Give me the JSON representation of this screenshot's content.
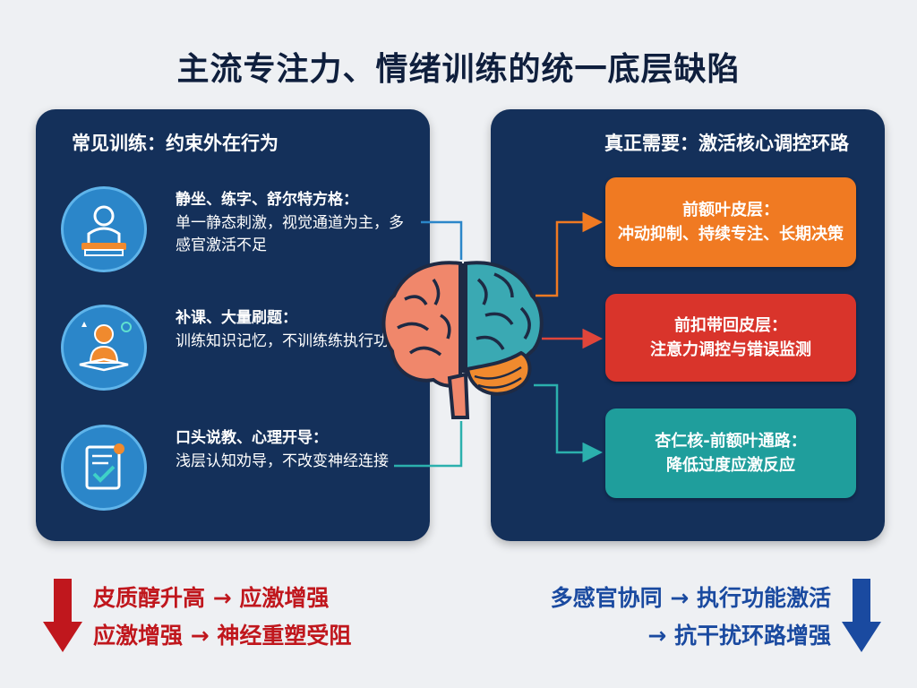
{
  "title": "主流专注力、情绪训练的统一底层缺陷",
  "left_panel": {
    "heading": "常见训练：约束外在行为",
    "items": [
      {
        "heading": "静坐、练字、舒尔特方格：",
        "desc": "单一静态刺激，视觉通道为主，多感官激活不足",
        "icon": "person-at-desk-icon"
      },
      {
        "heading": "补课、大量刷题：",
        "desc": "训练知识记忆，不训练练执行功能",
        "icon": "studying-person-icon"
      },
      {
        "heading": "口头说教、心理开导：",
        "desc": "浅层认知劝导，不改变神经连接",
        "icon": "checklist-icon"
      }
    ]
  },
  "right_panel": {
    "heading": "真正需要：激活核心调控环路",
    "boxes": [
      {
        "title": "前额叶皮层：",
        "desc": "冲动抑制、持续专注、长期决策",
        "color": "#f07a22"
      },
      {
        "title": "前扣带回皮层：",
        "desc": "注意力调控与错误监测",
        "color": "#d9342b"
      },
      {
        "title": "杏仁核-前额叶通路：",
        "desc": "降低过度应激反应",
        "color": "#1f9e9c"
      }
    ]
  },
  "center_icon": "brain-icon",
  "bottom_left": {
    "line1": "皮质醇升高 → 应激增强",
    "line2": "应激增强 → 神经重塑受阻",
    "arrow": "down-arrow-red",
    "color": "#c0171d"
  },
  "bottom_right": {
    "line1": "多感官协同 → 执行功能激活",
    "line2": "→ 抗干扰环路增强",
    "arrow": "down-arrow-blue",
    "color": "#1a4aa0"
  }
}
